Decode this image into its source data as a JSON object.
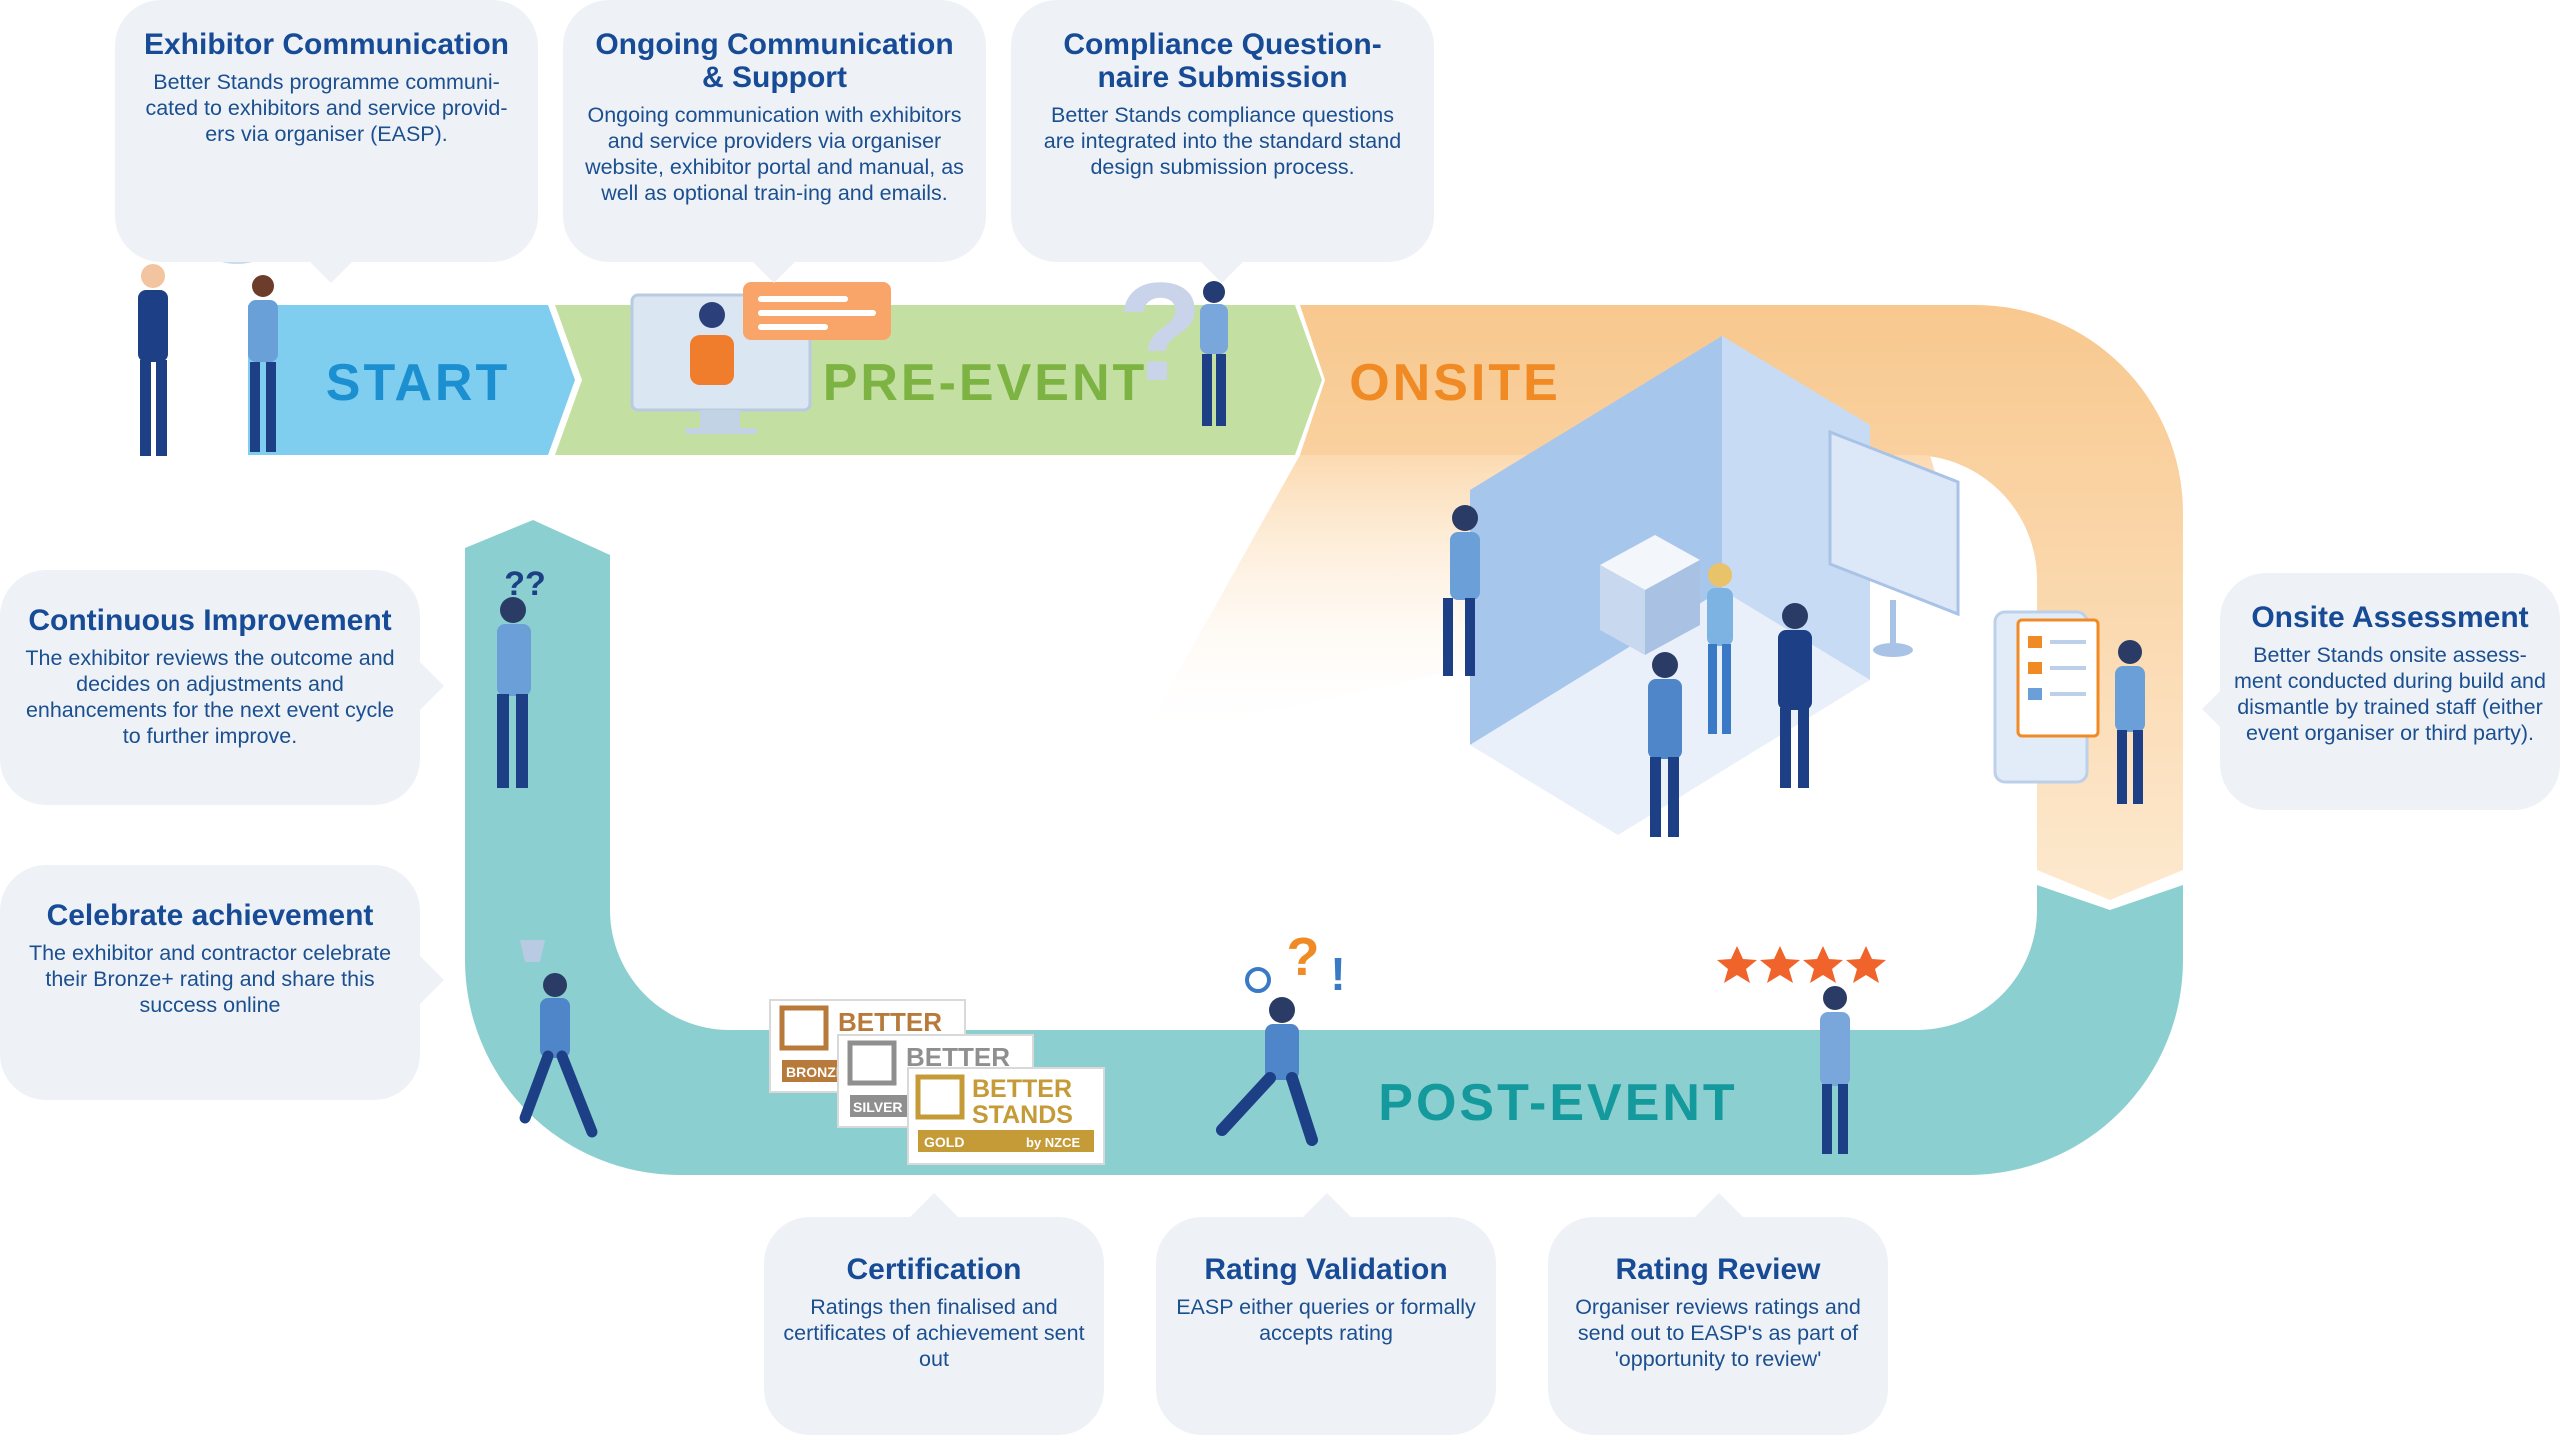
{
  "stages": {
    "start": "START",
    "pre_event": "PRE-EVENT",
    "onsite": "ONSITE",
    "post_event": "POST-EVENT"
  },
  "steps": {
    "exhibitor_communication": {
      "title": "Exhibitor Communication",
      "text": "Better Stands programme communi-cated to exhibitors and service provid-ers via organiser (EASP)."
    },
    "ongoing_communication": {
      "title": "Ongoing Communication & Support",
      "text": "Ongoing communication with exhibitors and service providers via organiser website, exhibitor portal and manual, as well as optional train-ing and emails."
    },
    "compliance_questionnaire": {
      "title": "Compliance Question-naire Submission",
      "text": "Better Stands compliance questions are integrated into the standard stand design submission process."
    },
    "onsite_assessment": {
      "title": "Onsite Assessment",
      "text": "Better Stands onsite assess-ment conducted during build and dismantle by trained staff (either event organiser or third party)."
    },
    "rating_review": {
      "title": "Rating Review",
      "text": "Organiser reviews ratings and send out to EASP's as part of 'opportunity to review'"
    },
    "rating_validation": {
      "title": "Rating Validation",
      "text": "EASP either queries or formally accepts rating"
    },
    "certification": {
      "title": "Certification",
      "text": "Ratings then finalised and certificates of achievement sent out"
    },
    "celebrate_achievement": {
      "title": "Celebrate achievement",
      "text": "The exhibitor and contractor celebrate their Bronze+ rating and share this success online"
    },
    "continuous_improvement": {
      "title": "Continuous Improvement",
      "text": "The exhibitor reviews the outcome and decides on adjustments and enhancements for the next event cycle to further improve."
    }
  },
  "certificates": {
    "bronze": {
      "word": "BETTER",
      "level": "BRONZE"
    },
    "silver": {
      "word": "BETTER",
      "level": "SILVER"
    },
    "gold": {
      "word1": "BETTER",
      "word2": "STANDS",
      "level": "GOLD",
      "brand": "by NZCE"
    }
  },
  "icons": {
    "question_marks": "??",
    "question_mark": "?",
    "exclamation": "!"
  },
  "colors": {
    "start_blue": "#7fcdef",
    "start_text": "#1c8fd0",
    "pre_event_green": "#c4dfa2",
    "pre_event_text": "#7cb342",
    "onsite_orange": "#f8c88e",
    "onsite_text": "#f08a24",
    "post_event_teal": "#8ccfd0",
    "post_event_text": "#14999c",
    "bubble_bg": "#eef2f7",
    "title_blue": "#174b96"
  }
}
